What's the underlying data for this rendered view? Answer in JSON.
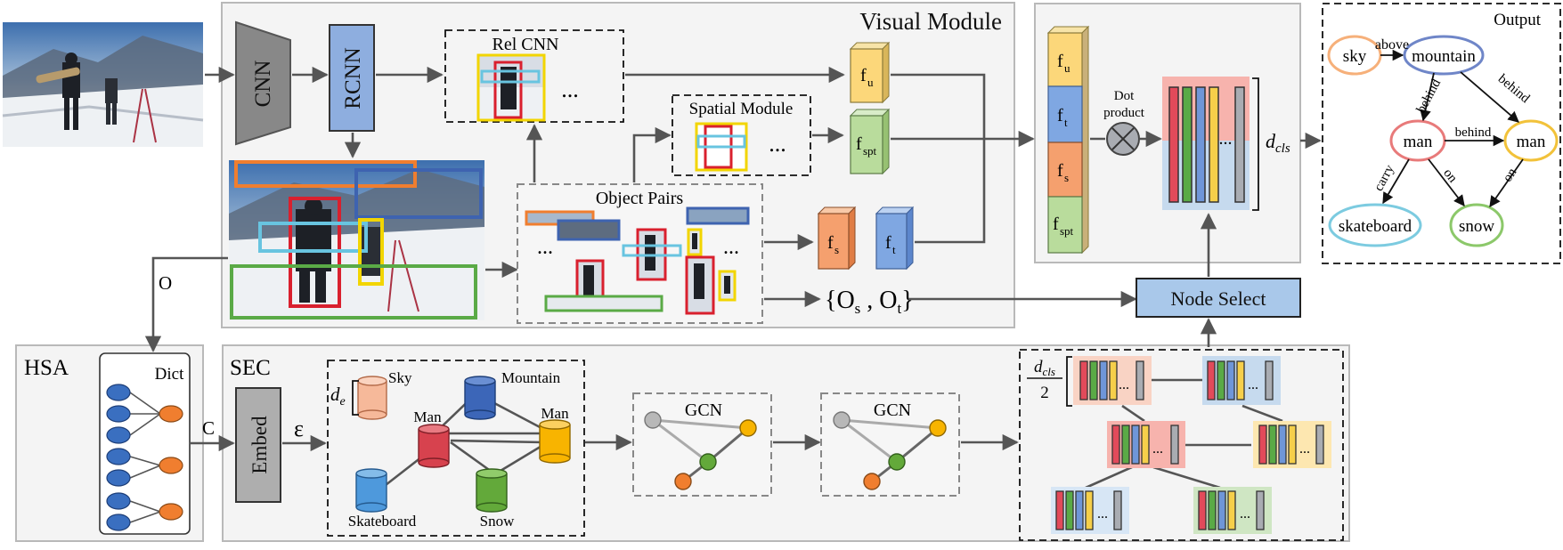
{
  "modules": {
    "visual": "Visual Module",
    "rel_cnn": "Rel CNN",
    "spatial": "Spatial Module",
    "object_pairs": "Object Pairs",
    "hsa": "HSA",
    "dict": "Dict",
    "sec": "SEC",
    "output": "Output"
  },
  "blocks": {
    "cnn": "CNN",
    "rcnn": "RCNN",
    "embed": "Embed",
    "node_select": "Node Select",
    "gcn1": "GCN",
    "gcn2": "GCN",
    "dot_product_1": "Dot",
    "dot_product_2": "product"
  },
  "features": {
    "fu": "f",
    "fu_sub": "u",
    "fspt": "f",
    "fspt_sub": "spt",
    "fs": "f",
    "fs_sub": "s",
    "ft": "f",
    "ft_sub": "t"
  },
  "symbols": {
    "o_label": "O",
    "c_label": "C",
    "e_label": "ε",
    "os_ot": "{O",
    "os_sub": "s",
    "os_sep": " , O",
    "ot_sub": "t",
    "os_close": "}",
    "d_cls": "d",
    "d_cls_sub": "cls",
    "d_e": "d",
    "d_e_sub": "e",
    "ellipsis": "...",
    "half_num": "d",
    "half_sub": "cls",
    "half_den": "2"
  },
  "sec_nodes": {
    "sky": "Sky",
    "mountain": "Mountain",
    "man1": "Man",
    "man2": "Man",
    "skateboard": "Skateboard",
    "snow": "Snow"
  },
  "output_graph": {
    "nodes": {
      "sky": "sky",
      "mountain": "mountain",
      "man1": "man",
      "man2": "man",
      "skateboard": "skateboard",
      "snow": "snow"
    },
    "edges": {
      "above": "above",
      "behind1": "behind",
      "behind2": "behind",
      "behind3": "behind",
      "carry": "carry",
      "on1": "on",
      "on2": "on"
    }
  },
  "colors": {
    "red": "#e24a5a",
    "green": "#5aaa46",
    "blue": "#6f96d8",
    "yellow": "#f6cf4a",
    "orange": "#f07e2f",
    "gray": "#a9acb2",
    "fu": "#fcd77a",
    "fspt": "#b9dc9c",
    "fs": "#f5a06e",
    "ft": "#7fa7e2",
    "node_select": "#a9c8ea",
    "embed": "#aeaeae",
    "cnn": "#888888",
    "rcnn": "#8eaedf"
  }
}
